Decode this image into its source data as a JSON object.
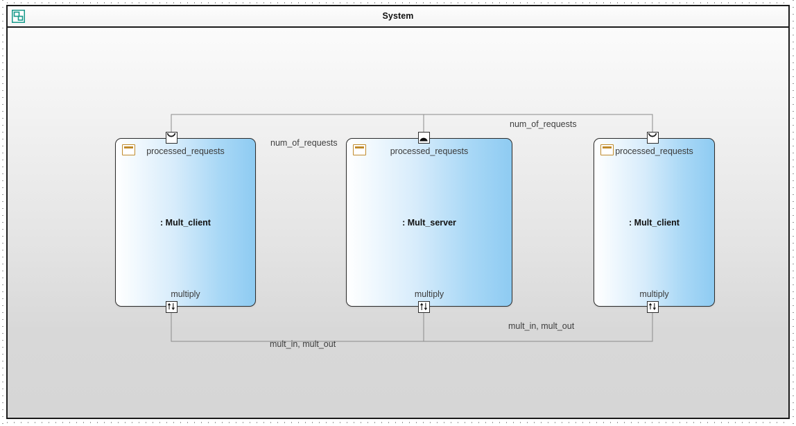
{
  "window": {
    "title": "System",
    "diagram_icon": "composite-structure-diagram-icon",
    "accent_icon_color": "#17998a",
    "frame_border_color": "#1a1a1a"
  },
  "canvas": {
    "background_from": "#fbfbfb",
    "background_to": "#d6d6d6",
    "wire_color": "#8a8a8a"
  },
  "parts": [
    {
      "id": "part-mult-client-left",
      "name": ": Mult_client",
      "icon": "component-icon",
      "top_port_label": "processed_requests",
      "top_port_kind": "required-interface-socket",
      "bottom_port_label": "multiply",
      "bottom_port_kind": "bidirectional-flow-port",
      "fill_from": "#ffffff",
      "fill_to": "#8ecbf2"
    },
    {
      "id": "part-mult-server",
      "name": ": Mult_server",
      "icon": "component-icon",
      "top_port_label": "processed_requests",
      "top_port_kind": "provided-interface-ball",
      "bottom_port_label": "multiply",
      "bottom_port_kind": "bidirectional-flow-port",
      "fill_from": "#ffffff",
      "fill_to": "#8ecbf2"
    },
    {
      "id": "part-mult-client-right",
      "name": ": Mult_client",
      "icon": "component-icon",
      "top_port_label": "processed_requests",
      "top_port_kind": "required-interface-socket",
      "bottom_port_label": "multiply",
      "bottom_port_kind": "bidirectional-flow-port",
      "fill_from": "#ffffff",
      "fill_to": "#8ecbf2"
    }
  ],
  "connectors": [
    {
      "id": "connector-num-of-requests-left",
      "label": "num_of_requests"
    },
    {
      "id": "connector-num-of-requests-right",
      "label": "num_of_requests"
    },
    {
      "id": "connector-mult-left",
      "label": "mult_in, mult_out"
    },
    {
      "id": "connector-mult-right",
      "label": "mult_in, mult_out"
    }
  ]
}
